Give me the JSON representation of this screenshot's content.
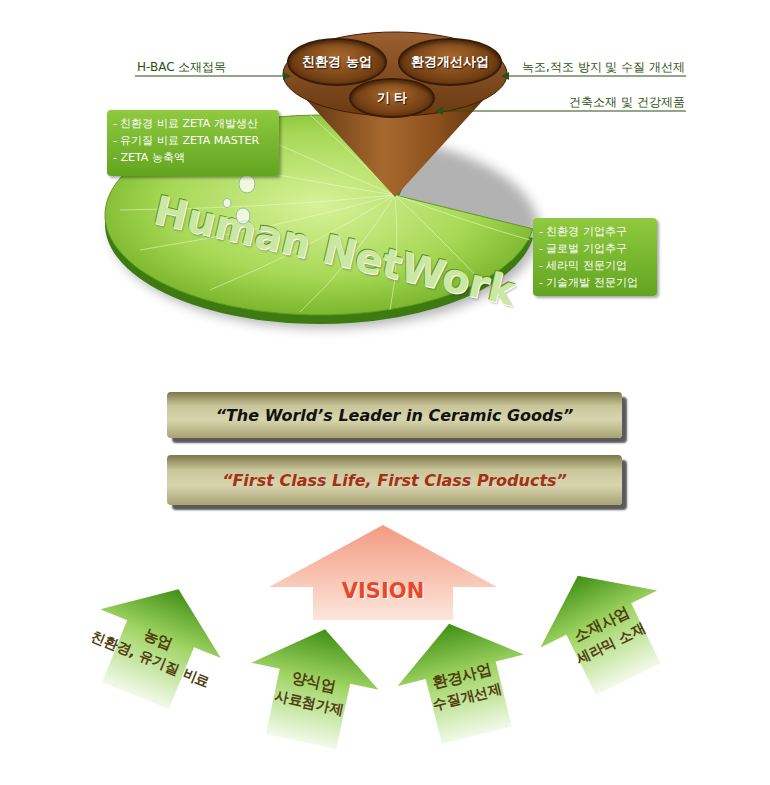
{
  "diagram": {
    "nodes": [
      {
        "text": [
          "Human NetWork"
        ]
      },
      {
        "text": [
          "친환경 농업"
        ]
      },
      {
        "text": [
          "환경개선사업"
        ]
      },
      {
        "text": [
          "기 타"
        ]
      },
      {
        "text": [
          "- 친환경 비료 ZETA 개발생산",
          "- 유기질 비료 ZETA MASTER",
          "- ZETA 농축액"
        ]
      },
      {
        "text": [
          "- 친환경 기업추구",
          "- 글로벌 기업추구",
          "- 세라믹 전문기업",
          "- 기술개발 전문기업"
        ]
      },
      {
        "text": [
          "“The World’s Leader in Ceramic Goods”"
        ]
      },
      {
        "text": [
          "“First Class Life, First Class Products”"
        ]
      },
      {
        "text": [
          "VISION"
        ]
      },
      {
        "text": [
          "농업",
          "친환경, 유기질 비료"
        ]
      },
      {
        "text": [
          "양식업",
          "사료첨가제"
        ]
      },
      {
        "text": [
          "환경사업",
          "수질개선제"
        ]
      },
      {
        "text": [
          "소재사업",
          "세라믹 소재"
        ]
      }
    ],
    "labels": [
      "H-BAC 소재접목",
      "녹조,적조 방지 및 수질 개선제",
      "건축소재 및 건강제품"
    ]
  }
}
